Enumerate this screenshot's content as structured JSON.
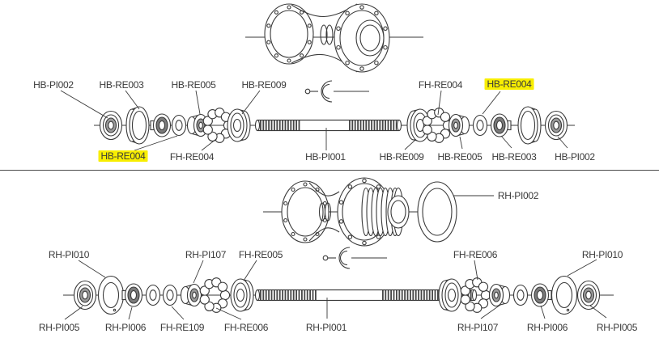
{
  "style": {
    "background": "#ffffff",
    "line_color": "#3a3a3a",
    "highlight_color": "#f8ee00"
  },
  "front_hub": {
    "top_labels": [
      {
        "text": "HB-PI002",
        "highlighted": false
      },
      {
        "text": "HB-RE003",
        "highlighted": false
      },
      {
        "text": "HB-RE005",
        "highlighted": false
      },
      {
        "text": "HB-RE009",
        "highlighted": false
      },
      {
        "text": "FH-RE004",
        "highlighted": false
      },
      {
        "text": "HB-RE004",
        "highlighted": true
      }
    ],
    "bottom_labels": [
      {
        "text": "HB-RE004",
        "highlighted": true
      },
      {
        "text": "FH-RE004",
        "highlighted": false
      },
      {
        "text": "HB-PI001",
        "highlighted": false
      },
      {
        "text": "HB-RE009",
        "highlighted": false
      },
      {
        "text": "HB-RE005",
        "highlighted": false
      },
      {
        "text": "HB-RE003",
        "highlighted": false
      },
      {
        "text": "HB-PI002",
        "highlighted": false
      }
    ]
  },
  "rear_hub": {
    "ring_label": {
      "text": "RH-PI002",
      "highlighted": false
    },
    "top_labels": [
      {
        "text": "RH-PI010",
        "highlighted": false
      },
      {
        "text": "RH-PI107",
        "highlighted": false
      },
      {
        "text": "FH-RE005",
        "highlighted": false
      },
      {
        "text": "FH-RE006",
        "highlighted": false
      },
      {
        "text": "RH-PI010",
        "highlighted": false
      }
    ],
    "bottom_labels": [
      {
        "text": "RH-PI005",
        "highlighted": false
      },
      {
        "text": "RH-PI006",
        "highlighted": false
      },
      {
        "text": "FH-RE109",
        "highlighted": false
      },
      {
        "text": "FH-RE006",
        "highlighted": false
      },
      {
        "text": "RH-PI001",
        "highlighted": false
      },
      {
        "text": "RH-PI107",
        "highlighted": false
      },
      {
        "text": "RH-PI006",
        "highlighted": false
      },
      {
        "text": "RH-PI005",
        "highlighted": false
      }
    ]
  }
}
